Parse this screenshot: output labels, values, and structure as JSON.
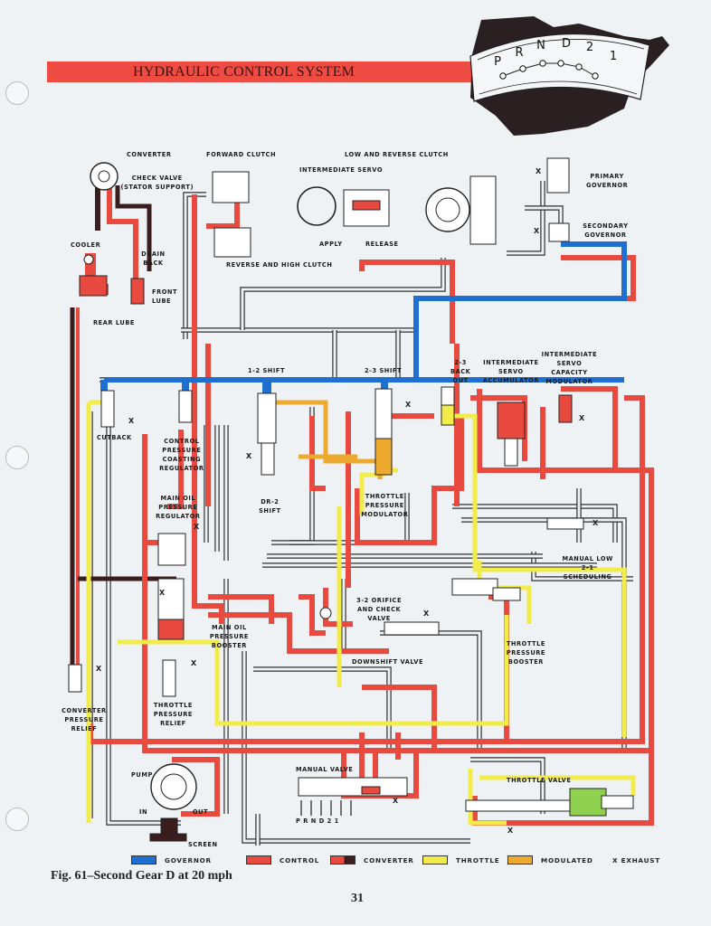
{
  "header": {
    "title": "HYDRAULIC CONTROL SYSTEM",
    "selector_positions": [
      "P",
      "R",
      "N",
      "D",
      "2",
      "1"
    ]
  },
  "components": {
    "converter": "CONVERTER",
    "check_valve": "CHECK VALVE\n(STATOR SUPPORT)",
    "cooler": "COOLER",
    "drain_back": "DRAIN\nBACK",
    "front_lube": "FRONT\nLUBE",
    "rear_lube": "REAR LUBE",
    "forward_clutch": "FORWARD CLUTCH",
    "reverse_high_clutch": "REVERSE AND HIGH CLUTCH",
    "intermediate_servo": "INTERMEDIATE SERVO",
    "apply": "APPLY",
    "release": "RELEASE",
    "low_reverse_clutch": "LOW AND REVERSE CLUTCH",
    "primary_governor": "PRIMARY\nGOVERNOR",
    "secondary_governor": "SECONDARY\nGOVERNOR",
    "shift_1_2": "1-2 SHIFT",
    "shift_2_3": "2-3 SHIFT",
    "back_out_2_3": "2-3\nBACK\nOUT",
    "int_servo_accumulator": "INTERMEDIATE\nSERVO\nACCUMULATOR",
    "int_servo_capacity_modulator": "INTERMEDIATE\nSERVO\nCAPACITY\nMODULATOR",
    "cutback": "CUTBACK",
    "control_pressure_coasting_regulator": "CONTROL\nPRESSURE\nCOASTING\nREGULATOR",
    "main_oil_pressure_regulator": "MAIN OIL\nPRESSURE\nREGULATOR",
    "dr2_shift": "DR-2\nSHIFT",
    "throttle_pressure_modulator": "THROTTLE\nPRESSURE\nMODULATOR",
    "manual_low_scheduling": "MANUAL LOW\n2-1\nSCHEDULING",
    "orifice_check_valve_3_2": "3-2 ORIFICE\nAND CHECK\nVALVE",
    "main_oil_pressure_booster": "MAIN OIL\nPRESSURE\nBOOSTER",
    "downshift_valve": "DOWNSHIFT VALVE",
    "throttle_pressure_booster": "THROTTLE\nPRESSURE\nBOOSTER",
    "converter_pressure_relief": "CONVERTER\nPRESSURE\nRELIEF",
    "throttle_pressure_relief": "THROTTLE\nPRESSURE\nRELIEF",
    "pump": "PUMP",
    "pump_in": "IN",
    "pump_out": "OUT",
    "screen": "SCREEN",
    "manual_valve": "MANUAL VALVE",
    "manual_valve_positions": "P R N D 2 1",
    "throttle_valve": "THROTTLE VALVE",
    "exhaust_marker": "X"
  },
  "legend": [
    {
      "label": "GOVERNOR",
      "color": "#1f6fd1"
    },
    {
      "label": "CONTROL",
      "color": "#e84a3f"
    },
    {
      "label": "CONVERTER",
      "color": "#e84a3f",
      "color2": "#3a1e1e"
    },
    {
      "label": "THROTTLE",
      "color": "#f2ec4a"
    },
    {
      "label": "MODULATED",
      "color": "#eeaa2e"
    },
    {
      "label": "X  EXHAUST",
      "color": null
    }
  ],
  "caption": "Fig. 61–Second Gear D at 20 mph",
  "page_number": "31",
  "colors": {
    "governor": "#1f6fd1",
    "control": "#e84a3f",
    "converter_dark": "#3a1e1e",
    "throttle": "#f2ec4a",
    "modulated": "#eeaa2e",
    "exhaust_line": "#3a3a3a",
    "title_bar": "#ee4b43"
  }
}
